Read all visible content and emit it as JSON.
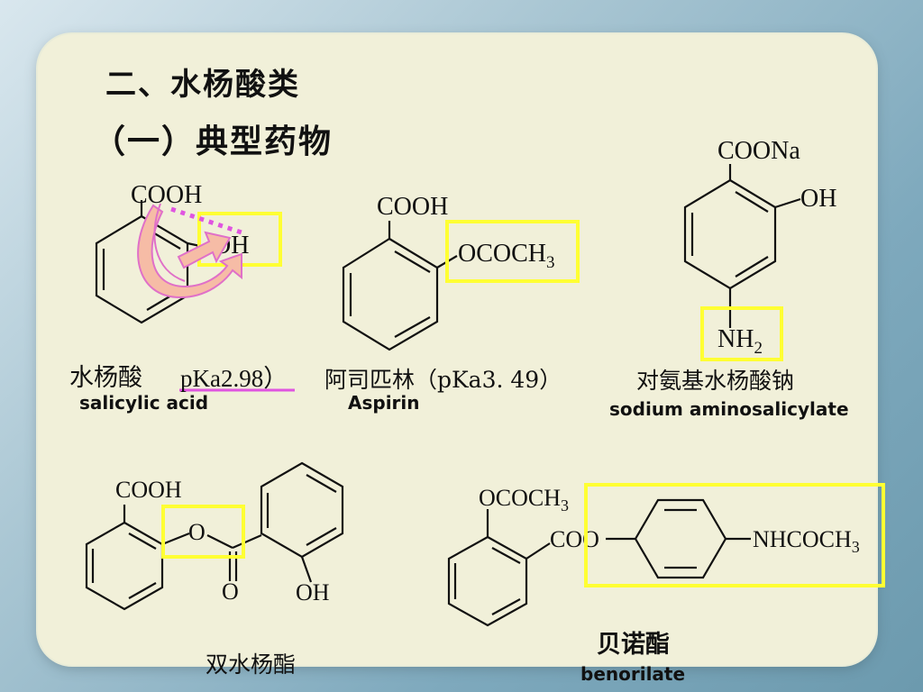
{
  "slide": {
    "title_main": "二、水杨酸类",
    "title_sub": "（一）典型药物"
  },
  "compounds": [
    {
      "id": "salicylic-acid",
      "cn_name": "水杨酸",
      "pka": "pKa2.98）",
      "en_name": "salicylic acid",
      "groups": [
        "COOH",
        "OH"
      ]
    },
    {
      "id": "aspirin",
      "cn_name": "阿司匹林（pKa3. 49）",
      "en_name": "Aspirin",
      "groups": [
        "COOH",
        "OCOCH",
        "3"
      ]
    },
    {
      "id": "sodium-aminosalicylate",
      "cn_name": "对氨基水杨酸钠",
      "en_name": "sodium aminosalicylate",
      "groups": [
        "COONa",
        "OH",
        "NH",
        "2"
      ]
    },
    {
      "id": "salsalate",
      "cn_name": "双水杨酯",
      "groups": [
        "COOH",
        "O",
        "O",
        "OH"
      ]
    },
    {
      "id": "benorilate",
      "cn_name": "贝诺酯",
      "en_name": "benorilate",
      "groups": [
        "OCOCH",
        "3",
        "COO",
        "NHCOCH",
        "3"
      ]
    }
  ],
  "colors": {
    "highlight_box": "#ffff33",
    "dotted_hbond": "#e055e0",
    "arrow_fill": "#f6bca6",
    "arrow_stroke": "#e070c8",
    "underline": "#e055e0"
  }
}
